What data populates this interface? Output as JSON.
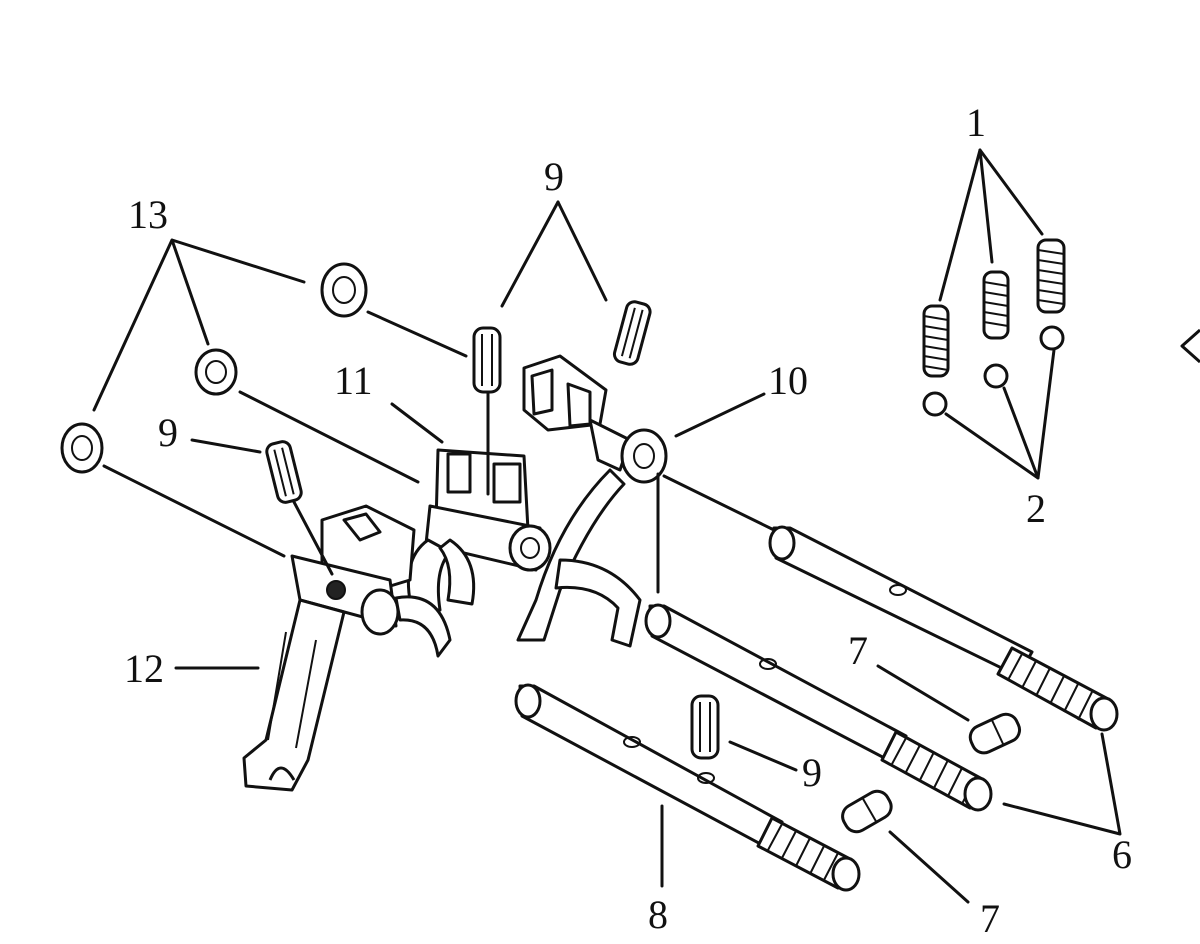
{
  "callouts": {
    "c1": "1",
    "c2": "2",
    "c6": "6",
    "c7a": "7",
    "c7b": "7",
    "c8": "8",
    "c9a": "9",
    "c9b": "9",
    "c9c": "9",
    "c10": "10",
    "c11": "11",
    "c12": "12",
    "c13": "13"
  }
}
